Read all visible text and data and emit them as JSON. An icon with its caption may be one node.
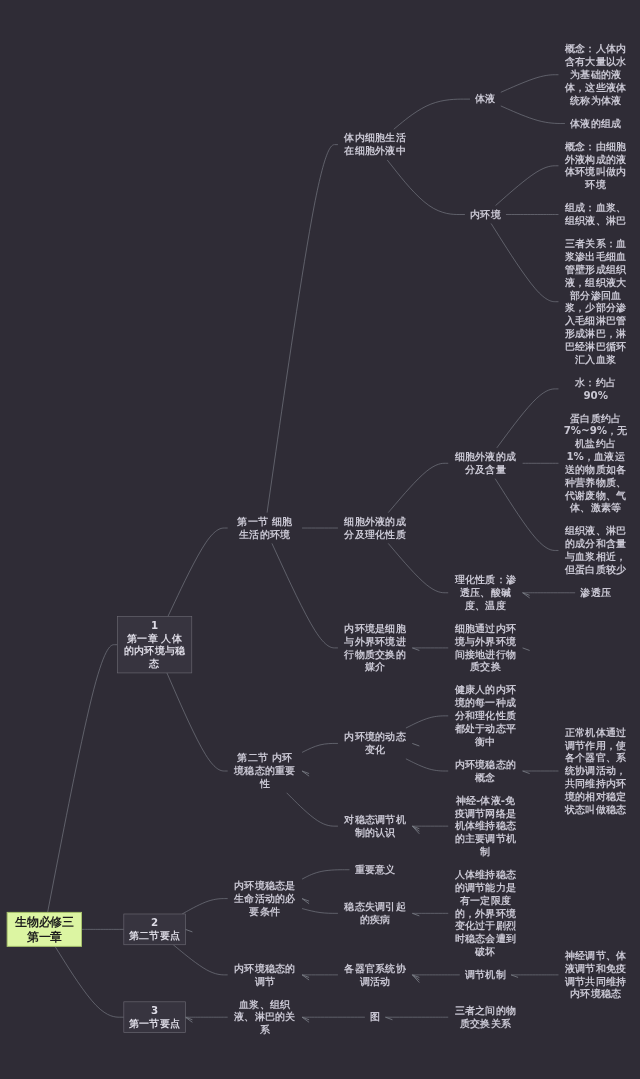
{
  "diagram": {
    "nodes": [
      {
        "text": [
          "生物必修三第一章"
        ]
      },
      {
        "text": [
          "1",
          "第一章 人体的内环境与稳态"
        ]
      },
      {
        "text": [
          "第一节 细胞生活的环境"
        ]
      },
      {
        "text": [
          "体内细胞生活在细胞外液中"
        ]
      },
      {
        "text": [
          "体液"
        ]
      },
      {
        "text": [
          "概念：人体内含有大量以水为基础的液体，这些液体统称为体液"
        ]
      },
      {
        "text": [
          "体液的组成"
        ]
      },
      {
        "text": [
          "内环境"
        ]
      },
      {
        "text": [
          "概念：由细胞外液构成的液体环境叫做内环境"
        ]
      },
      {
        "text": [
          "组成：血浆、组织液、淋巴"
        ]
      },
      {
        "text": [
          "三者关系：血浆渗出毛细血管壁形成组织液，组织液大部分渗回血浆，少部分渗入毛细淋巴管形成淋巴，淋巴经淋巴循环汇入血浆"
        ]
      },
      {
        "text": [
          "细胞外液的成分及理化性质"
        ]
      },
      {
        "text": [
          "细胞外液的成分及含量"
        ]
      },
      {
        "text": [
          "水：约占90%"
        ]
      },
      {
        "text": [
          "蛋白质约占7%~9%，无机盐约占1%，血液运送的物质如各种营养物质、代谢废物、气体、激素等"
        ]
      },
      {
        "text": [
          "组织液、淋巴的成分和含量与血浆相近，但蛋白质较少"
        ]
      },
      {
        "text": [
          "理化性质：渗透压、酸碱度、温度"
        ]
      },
      {
        "text": [
          "渗透压"
        ]
      },
      {
        "text": [
          "内环境是细胞与外界环境进行物质交换的媒介"
        ]
      },
      {
        "text": [
          "细胞通过内环境与外界环境间接地进行物质交换"
        ]
      },
      {
        "text": [
          "第二节 内环境稳态的重要性"
        ]
      },
      {
        "text": [
          "内环境的动态变化"
        ]
      },
      {
        "text": [
          "健康人的内环境的每一种成分和理化性质都处于动态平衡中"
        ]
      },
      {
        "text": [
          "内环境稳态的概念"
        ]
      },
      {
        "text": [
          "正常机体通过调节作用，使各个器官、系统协调活动，共同维持内环境的相对稳定状态叫做稳态"
        ]
      },
      {
        "text": [
          "对稳态调节机制的认识"
        ]
      },
      {
        "text": [
          "神经-体液-免疫调节网络是机体维持稳态的主要调节机制"
        ]
      },
      {
        "text": [
          "2",
          "第二节要点"
        ]
      },
      {
        "text": [
          "内环境稳态是生命活动的必要条件"
        ]
      },
      {
        "text": [
          "重要意义"
        ]
      },
      {
        "text": [
          "稳态失调引起的疾病"
        ]
      },
      {
        "text": [
          "人体维持稳态的调节能力是有一定限度的，外界环境变化过于剧烈时稳态会遭到破坏"
        ]
      },
      {
        "text": [
          "内环境稳态的调节"
        ]
      },
      {
        "text": [
          "各器官系统协调活动"
        ]
      },
      {
        "text": [
          "调节机制"
        ]
      },
      {
        "text": [
          "神经调节、体液调节和免疫调节共同维持内环境稳态"
        ]
      },
      {
        "text": [
          "3",
          "第一节要点"
        ]
      },
      {
        "text": [
          "血浆、组织液、淋巴的关系"
        ]
      },
      {
        "text": [
          "图"
        ]
      },
      {
        "text": [
          "三者之间的物质交换关系"
        ]
      }
    ],
    "edges": [
      {
        "from": 0,
        "to": 1,
        "arrow": "none"
      },
      {
        "from": 1,
        "to": 2,
        "arrow": "none"
      },
      {
        "from": 2,
        "to": 3,
        "arrow": "none"
      },
      {
        "from": 3,
        "to": 4,
        "arrow": "none"
      },
      {
        "from": 4,
        "to": 5,
        "arrow": "none"
      },
      {
        "from": 4,
        "to": 6,
        "arrow": "none"
      },
      {
        "from": 3,
        "to": 7,
        "arrow": "none"
      },
      {
        "from": 7,
        "to": 8,
        "arrow": "none"
      },
      {
        "from": 7,
        "to": 9,
        "arrow": "none"
      },
      {
        "from": 7,
        "to": 10,
        "arrow": "none"
      },
      {
        "from": 2,
        "to": 11,
        "arrow": "none"
      },
      {
        "from": 11,
        "to": 12,
        "arrow": "none"
      },
      {
        "from": 12,
        "to": 13,
        "arrow": "none"
      },
      {
        "from": 12,
        "to": 14,
        "arrow": "none"
      },
      {
        "from": 12,
        "to": 15,
        "arrow": "none"
      },
      {
        "from": 11,
        "to": 16,
        "arrow": "none"
      },
      {
        "from": 16,
        "to": 17,
        "arrow": "none"
      },
      {
        "from": 16,
        "to": null,
        "arrow": "none"
      },
      {
        "from": 16,
        "to": null,
        "arrow": "none"
      },
      {
        "from": 2,
        "to": 18,
        "arrow": "none"
      },
      {
        "from": 18,
        "to": 19,
        "arrow": "none"
      },
      {
        "from": 19,
        "to": null,
        "arrow": "none"
      },
      {
        "from": 18,
        "to": null,
        "arrow": "none"
      },
      {
        "from": 1,
        "to": 20,
        "arrow": "none"
      },
      {
        "from": 20,
        "to": 21,
        "arrow": "none"
      },
      {
        "from": 21,
        "to": 22,
        "arrow": "none"
      },
      {
        "from": 21,
        "to": 23,
        "arrow": "none"
      },
      {
        "from": 23,
        "to": 24,
        "arrow": "none"
      },
      {
        "from": 23,
        "to": null,
        "arrow": "none"
      },
      {
        "from": 21,
        "to": null,
        "arrow": "none"
      },
      {
        "from": 20,
        "to": 25,
        "arrow": "none"
      },
      {
        "from": 25,
        "to": 26,
        "arrow": "none"
      },
      {
        "from": 25,
        "to": null,
        "arrow": "none"
      },
      {
        "from": 25,
        "to": null,
        "arrow": "none"
      },
      {
        "from": 25,
        "to": null,
        "arrow": "none"
      },
      {
        "from": 20,
        "to": null,
        "arrow": "none"
      },
      {
        "from": 20,
        "to": null,
        "arrow": "none"
      },
      {
        "from": 0,
        "to": 27,
        "arrow": "none"
      },
      {
        "from": 27,
        "to": 28,
        "arrow": "none"
      },
      {
        "from": 28,
        "to": 29,
        "arrow": "none"
      },
      {
        "from": 28,
        "to": 30,
        "arrow": "none"
      },
      {
        "from": 30,
        "to": 31,
        "arrow": "none"
      },
      {
        "from": 30,
        "to": null,
        "arrow": "none"
      },
      {
        "from": 28,
        "to": null,
        "arrow": "none"
      },
      {
        "from": 28,
        "to": null,
        "arrow": "none"
      },
      {
        "from": 27,
        "to": 32,
        "arrow": "none"
      },
      {
        "from": 32,
        "to": 33,
        "arrow": "none"
      },
      {
        "from": 33,
        "to": 34,
        "arrow": "none"
      },
      {
        "from": 34,
        "to": 35,
        "arrow": "none"
      },
      {
        "from": 34,
        "to": null,
        "arrow": "none"
      },
      {
        "from": 33,
        "to": null,
        "arrow": "none"
      },
      {
        "from": 33,
        "to": null,
        "arrow": "none"
      },
      {
        "from": 33,
        "to": null,
        "arrow": "none"
      },
      {
        "from": 32,
        "to": null,
        "arrow": "none"
      },
      {
        "from": 32,
        "to": null,
        "arrow": "none"
      },
      {
        "from": 27,
        "to": null,
        "arrow": "none"
      },
      {
        "from": 0,
        "to": 36,
        "arrow": "none"
      },
      {
        "from": 36,
        "to": 37,
        "arrow": "none"
      },
      {
        "from": 37,
        "to": 38,
        "arrow": "none"
      },
      {
        "from": 38,
        "to": 39,
        "arrow": "none"
      },
      {
        "from": 38,
        "to": null,
        "arrow": "none"
      },
      {
        "from": 37,
        "to": null,
        "arrow": "none"
      },
      {
        "from": 37,
        "to": null,
        "arrow": "none"
      },
      {
        "from": 36,
        "to": null,
        "arrow": "none"
      },
      {
        "from": 36,
        "to": null,
        "arrow": "none"
      }
    ]
  }
}
